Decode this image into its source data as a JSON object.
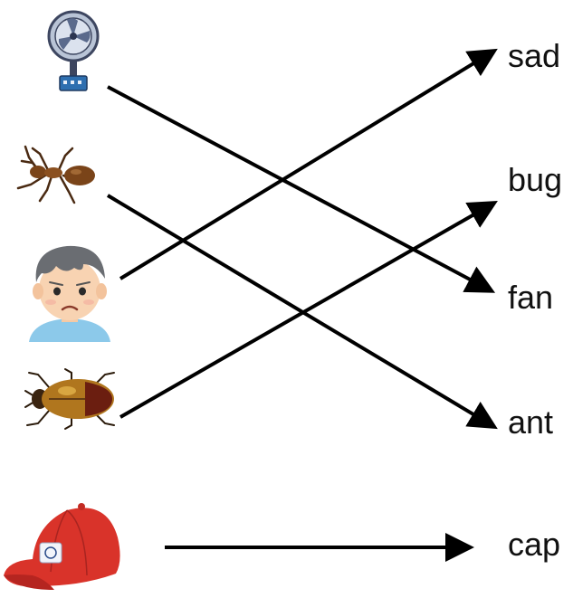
{
  "words": [
    "sad",
    "bug",
    "fan",
    "ant",
    "cap"
  ],
  "pictures": [
    "fan",
    "ant",
    "sad-boy",
    "beetle",
    "red-cap"
  ],
  "matches": [
    {
      "picture": "fan",
      "word": "fan"
    },
    {
      "picture": "ant",
      "word": "ant"
    },
    {
      "picture": "sad-boy",
      "word": "sad"
    },
    {
      "picture": "beetle",
      "word": "bug"
    },
    {
      "picture": "red-cap",
      "word": "cap"
    }
  ],
  "colors": {
    "line": "#000000",
    "text": "#111111",
    "cap": "#d9332a",
    "beetle": "#b0761e"
  }
}
